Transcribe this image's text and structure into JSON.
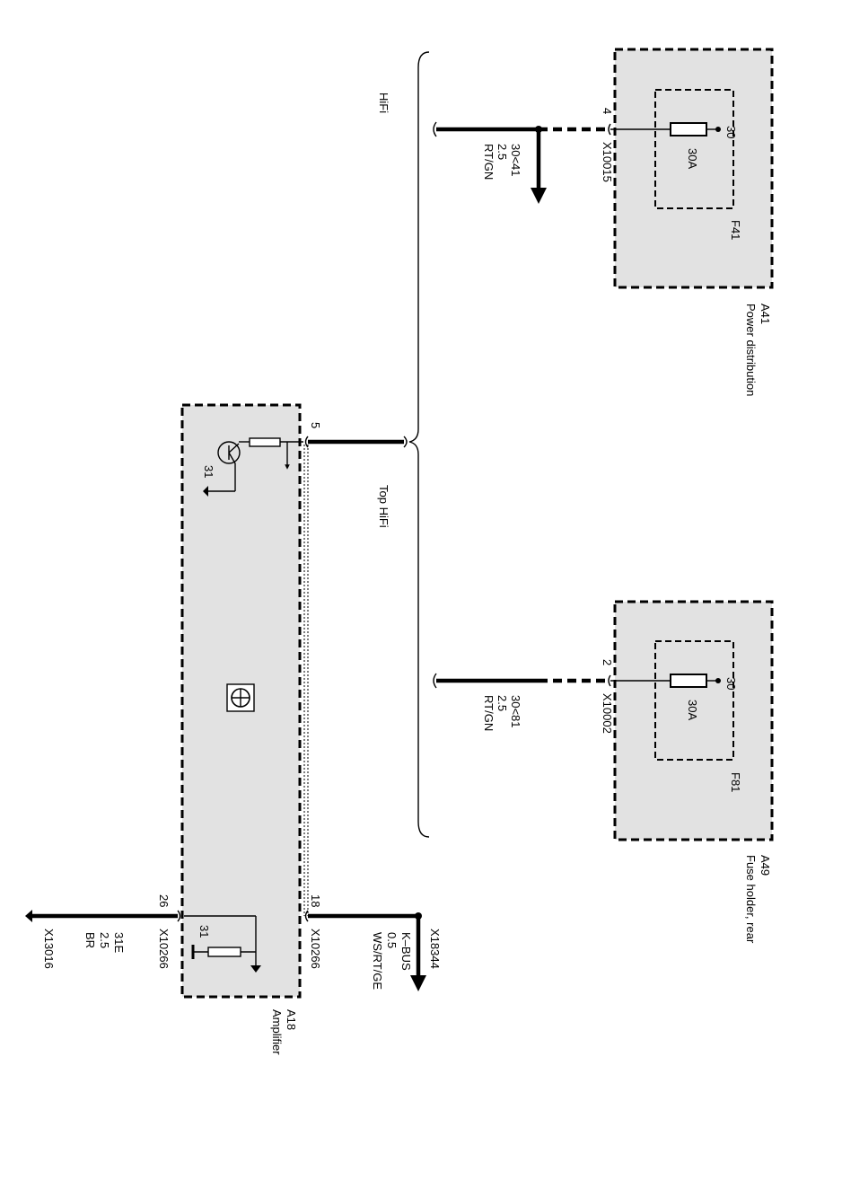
{
  "modules": {
    "a41": {
      "id": "A41",
      "name": "Power distribution"
    },
    "a49": {
      "id": "A49",
      "name": "Fuse holder, rear"
    },
    "a18": {
      "id": "A18",
      "name": "Amplifier"
    }
  },
  "fuses": {
    "f41": {
      "label": "F41",
      "rating": "30A",
      "terminal": "30"
    },
    "f81": {
      "label": "F81",
      "rating": "30A",
      "terminal": "30"
    }
  },
  "connectors": {
    "c_a41": {
      "id": "X10015",
      "pin": "4"
    },
    "c_a49": {
      "id": "X10002",
      "pin": "2"
    },
    "c_kbus": {
      "id": "X10266",
      "pin": "18"
    },
    "c_gnd": {
      "id": "X10266",
      "pin": "26"
    },
    "c_top": {
      "pin": "5"
    },
    "x18344": "X18344",
    "x13016": "X13016"
  },
  "wires": {
    "w_a41": {
      "circuit": "30<41",
      "size": "2.5",
      "color": "RT/GN"
    },
    "w_a49": {
      "circuit": "30<81",
      "size": "2.5",
      "color": "RT/GN"
    },
    "w_kbus": {
      "circuit": "K–BUS",
      "size": "0.5",
      "color": "WS/RT/GE"
    },
    "w_gnd": {
      "circuit": "31E",
      "size": "2.5",
      "color": "BR"
    }
  },
  "variants": {
    "hifi": "HiFi",
    "top_hifi": "Top HiFi"
  },
  "ground_labels": {
    "g1": "31",
    "g2": "31"
  }
}
